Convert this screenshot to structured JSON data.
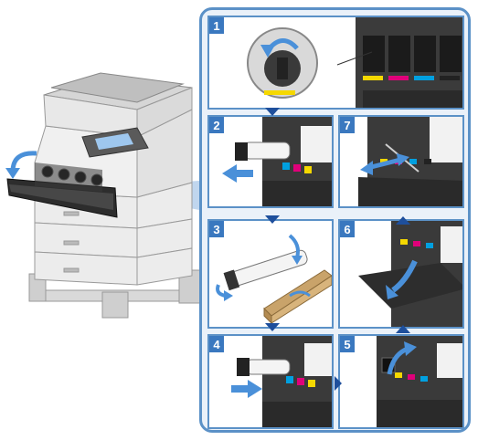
{
  "steps": [
    {
      "number": "1"
    },
    {
      "number": "2"
    },
    {
      "number": "3"
    },
    {
      "number": "4"
    },
    {
      "number": "5"
    },
    {
      "number": "6"
    },
    {
      "number": "7"
    }
  ],
  "icons": [
    "copier-icon",
    "toner-cartridge-icon",
    "toner-box-icon",
    "rotate-arrow-icon",
    "shake-arrow-icon",
    "push-arrow-icon"
  ],
  "colors": {
    "frame": "#5b91c7",
    "step_badge": "#3a78bf",
    "arrow": "#1e4f9c",
    "motion_arrow": "#4a90d9",
    "toner_cyan": "#00a0e0",
    "toner_magenta": "#e0007a",
    "toner_yellow": "#f5d800",
    "toner_black": "#222222"
  }
}
